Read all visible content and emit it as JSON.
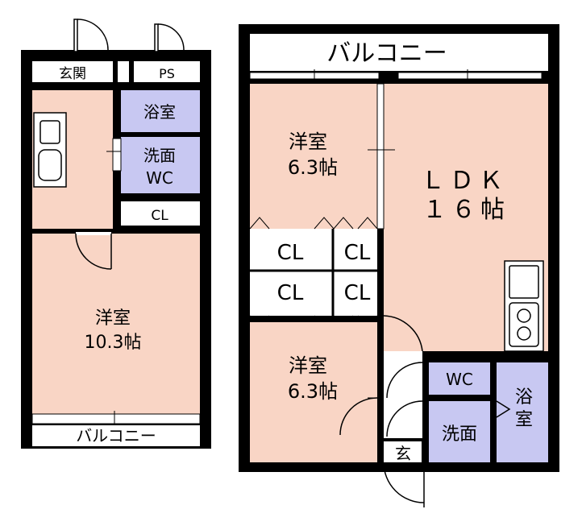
{
  "colors": {
    "wall": "#000000",
    "room_pink": "#f9d5c5",
    "wet_blue": "#c8c8f2",
    "white": "#ffffff",
    "gray": "#cfcfcf"
  },
  "left_plan": {
    "entrance": "玄関",
    "ps": "PS",
    "bath": "浴室",
    "washroom_line1": "洗面",
    "washroom_line2": "WC",
    "closet": "CL",
    "room_name": "洋室",
    "room_size": "10.3帖",
    "balcony": "バルコニー",
    "icons": [
      "sink-icon",
      "door-swing-icon",
      "door-swing-icon",
      "door-swing-icon"
    ]
  },
  "right_plan": {
    "balcony": "バルコニー",
    "room1_name": "洋室",
    "room1_size": "6.3帖",
    "ldk_name": "ＬＤＫ",
    "ldk_size": "１６帖",
    "closet_a": "CL",
    "closet_b": "CL",
    "closet_c": "CL",
    "closet_d": "CL",
    "room2_name": "洋室",
    "room2_size": "6.3帖",
    "wc": "WC",
    "washroom": "洗面",
    "bath_line1": "浴",
    "bath_line2": "室",
    "entrance": "玄",
    "icons": [
      "kitchen-sink-icon",
      "stove-burner-icon",
      "door-swing-icon"
    ]
  }
}
